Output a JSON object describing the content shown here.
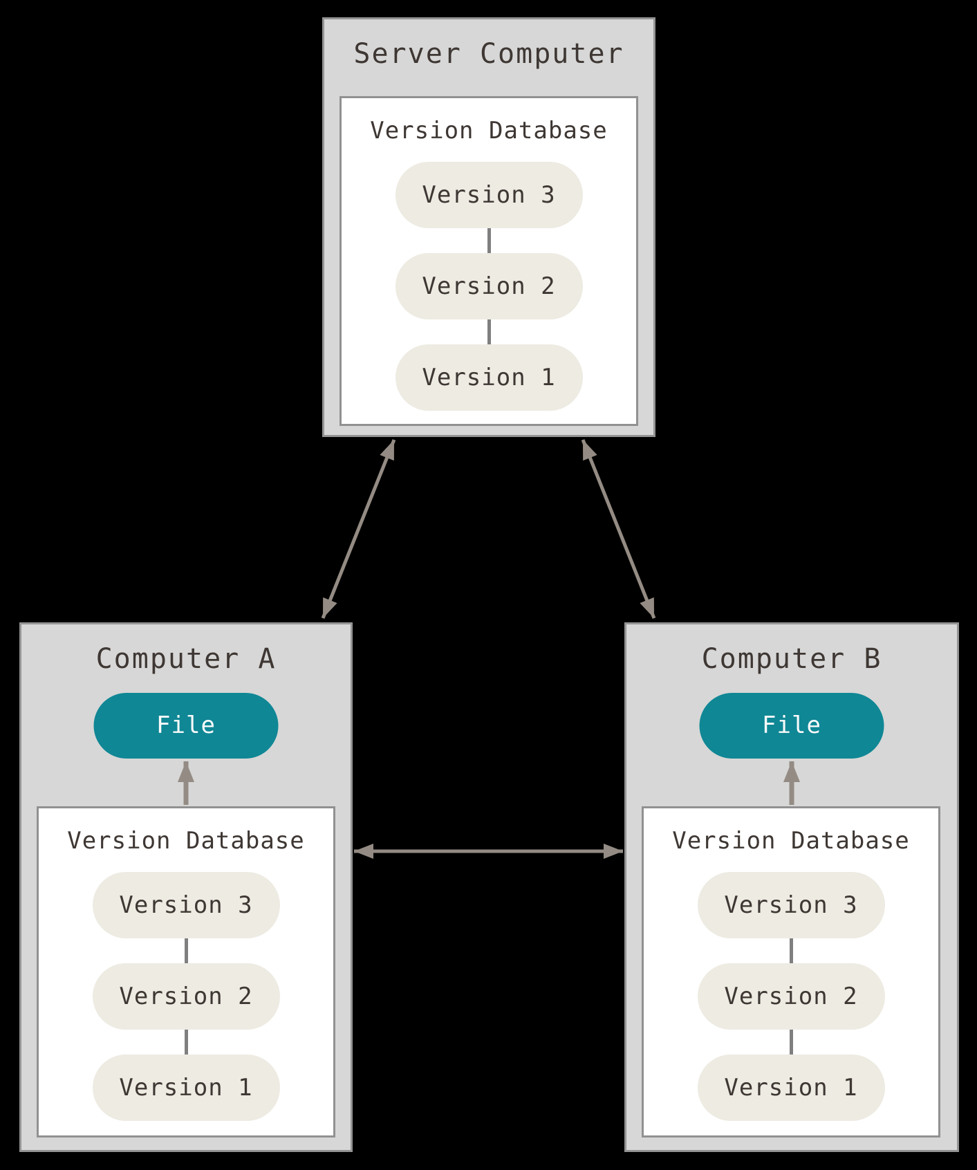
{
  "server": {
    "title": "Server Computer",
    "database": {
      "title": "Version Database",
      "versions": [
        "Version 3",
        "Version 2",
        "Version 1"
      ]
    }
  },
  "computer_a": {
    "title": "Computer A",
    "file_label": "File",
    "database": {
      "title": "Version Database",
      "versions": [
        "Version 3",
        "Version 2",
        "Version 1"
      ]
    }
  },
  "computer_b": {
    "title": "Computer B",
    "file_label": "File",
    "database": {
      "title": "Version Database",
      "versions": [
        "Version 3",
        "Version 2",
        "Version 1"
      ]
    }
  },
  "colors": {
    "background": "#000000",
    "box_fill": "#d7d7d7",
    "box_border": "#949494",
    "panel_fill": "#ffffff",
    "panel_border": "#919191",
    "version_pill_fill": "#edebe2",
    "file_pill_fill": "#0f8795",
    "file_pill_text": "#fafafa",
    "text": "#3e3733",
    "arrow": "#948c84",
    "version_link_line": "#7f7f7f"
  }
}
